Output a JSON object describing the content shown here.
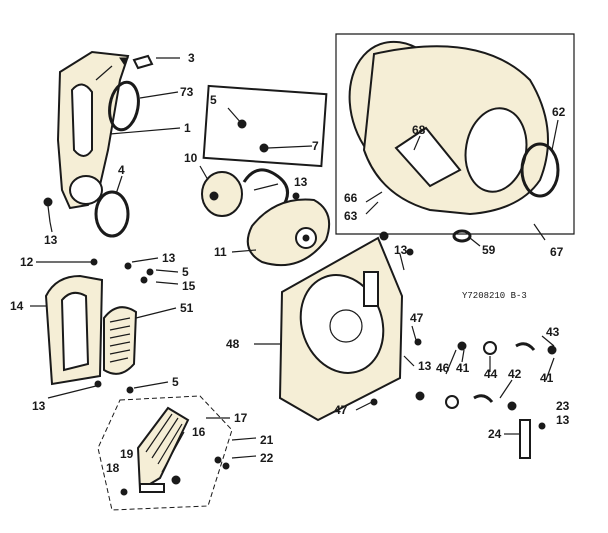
{
  "diagram": {
    "code": "Y7208210 B-3",
    "callouts": {
      "c3": "3",
      "c73": "73",
      "c1": "1",
      "c4": "4",
      "c13a": "13",
      "c5a": "5",
      "c7": "7",
      "c10": "10",
      "c13b": "13",
      "c11": "11",
      "c12": "12",
      "c13c": "13",
      "c5b": "5",
      "c15": "15",
      "c14": "14",
      "c51": "51",
      "c13d": "13",
      "c5c": "5",
      "c17": "17",
      "c16": "16",
      "c19": "19",
      "c18": "18",
      "c21": "21",
      "c22": "22",
      "c68": "68",
      "c62": "62",
      "c66": "66",
      "c63": "63",
      "c67": "67",
      "c59": "59",
      "c13e": "13",
      "c47a": "47",
      "c48": "48",
      "c13f": "13",
      "c46": "46",
      "c41a": "41",
      "c44": "44",
      "c42": "42",
      "c43": "43",
      "c41b": "41",
      "c47b": "47",
      "c23": "23",
      "c13g": "13",
      "c24": "24"
    }
  }
}
